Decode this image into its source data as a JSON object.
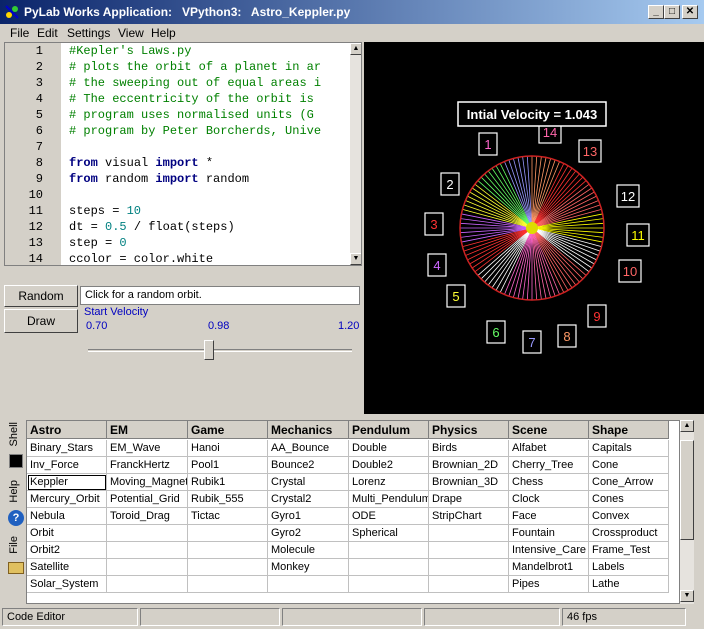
{
  "window": {
    "title": "PyLab Works Application:   VPython3:   Astro_Keppler.py",
    "minimize": "_",
    "maximize": "□",
    "close": "✕"
  },
  "menu": {
    "items": [
      "File",
      "Edit",
      "Settings",
      "View",
      "Help"
    ]
  },
  "editor": {
    "lines": [
      {
        "n": "1",
        "code": "#Kepler's Laws.py"
      },
      {
        "n": "2",
        "code": "# plots the orbit of a planet in ar"
      },
      {
        "n": "3",
        "code": "# the sweeping out of equal areas i"
      },
      {
        "n": "4",
        "code": "# The eccentricity of the orbit is "
      },
      {
        "n": "5",
        "code": "# program uses normalised units (G "
      },
      {
        "n": "6",
        "code": "# program by Peter Borcherds, Unive"
      },
      {
        "n": "7",
        "code": ""
      },
      {
        "n": "8",
        "code": "from visual import *"
      },
      {
        "n": "9",
        "code": "from random import random"
      },
      {
        "n": "10",
        "code": ""
      },
      {
        "n": "11",
        "code": "steps = 10"
      },
      {
        "n": "12",
        "code": "dt = 0.5 / float(steps)"
      },
      {
        "n": "13",
        "code": "step = 0"
      },
      {
        "n": "14",
        "code": "ccolor = color.white"
      }
    ]
  },
  "controls": {
    "random_button": "Random",
    "draw_button": "Draw",
    "status_text": "Click for a random orbit.",
    "slider_label": "Start Velocity",
    "slider_ticks": [
      "0.70",
      "0.98",
      "1.20"
    ],
    "slider_value": 0.93
  },
  "canvas": {
    "velocity_label": "Intial Velocity = 1.043",
    "labels": [
      {
        "t": "1",
        "c": "#ff66cc"
      },
      {
        "t": "2",
        "c": "#ffffff"
      },
      {
        "t": "3",
        "c": "#ff3333"
      },
      {
        "t": "4",
        "c": "#cc66ff"
      },
      {
        "t": "5",
        "c": "#ffff33"
      },
      {
        "t": "6",
        "c": "#66ff66"
      },
      {
        "t": "7",
        "c": "#9999ff"
      },
      {
        "t": "8",
        "c": "#ff9966"
      },
      {
        "t": "9",
        "c": "#ff3333"
      },
      {
        "t": "10",
        "c": "#ff6666"
      },
      {
        "t": "11",
        "c": "#ffff00"
      },
      {
        "t": "12",
        "c": "#ffffff"
      },
      {
        "t": "13",
        "c": "#ff6666"
      },
      {
        "t": "14",
        "c": "#ff66aa"
      }
    ]
  },
  "side_tabs": [
    "Shell",
    "Help",
    "File"
  ],
  "grid": {
    "columns": [
      "Astro",
      "EM",
      "Game",
      "Mechanics",
      "Pendulum",
      "Physics",
      "Scene",
      "Shape"
    ],
    "rows": [
      [
        "Binary_Stars",
        "EM_Wave",
        "Hanoi",
        "AA_Bounce",
        "Double",
        "Birds",
        "Alfabet",
        "Capitals"
      ],
      [
        "Inv_Force",
        "FranckHertz",
        "Pool1",
        "Bounce2",
        "Double2",
        "Brownian_2D",
        "Cherry_Tree",
        "Cone"
      ],
      [
        "Keppler",
        "Moving_Magnet",
        "Rubik1",
        "Crystal",
        "Lorenz",
        "Brownian_3D",
        "Chess",
        "Cone_Arrow"
      ],
      [
        "Mercury_Orbit",
        "Potential_Grid",
        "Rubik_555",
        "Crystal2",
        "Multi_Pendulum",
        "Drape",
        "Clock",
        "Cones"
      ],
      [
        "Nebula",
        "Toroid_Drag",
        "Tictac",
        "Gyro1",
        "ODE",
        "StripChart",
        "Face",
        "Convex"
      ],
      [
        "Orbit",
        "",
        "",
        "Gyro2",
        "Spherical",
        "",
        "Fountain",
        "Crossproduct"
      ],
      [
        "Orbit2",
        "",
        "",
        "Molecule",
        "",
        "",
        "Intensive_Care",
        "Frame_Test"
      ],
      [
        "Satellite",
        "",
        "",
        "Monkey",
        "",
        "",
        "Mandelbrot1",
        "Labels"
      ],
      [
        "Solar_System",
        "",
        "",
        "",
        "",
        "",
        "Pipes",
        "Lathe"
      ]
    ]
  },
  "statusbar": {
    "left": "Code Editor",
    "right": "46 fps"
  }
}
